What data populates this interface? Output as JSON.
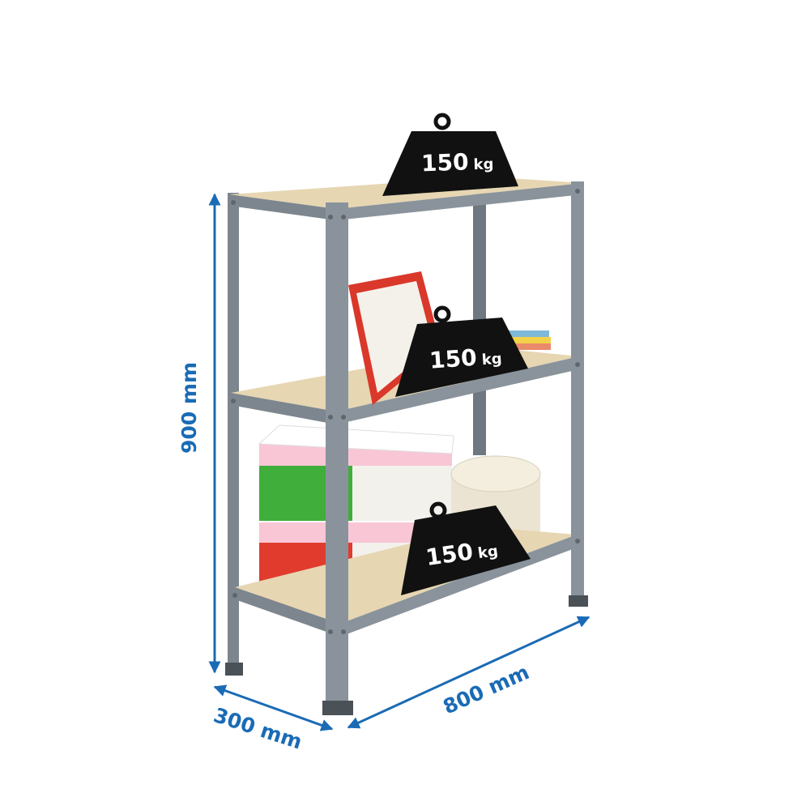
{
  "product": {
    "colors": {
      "frame": "#7d868e",
      "frame_dark": "#5f676e",
      "shelf": "#e6d6b2",
      "dimension": "#1a6bb5",
      "weight": "#111111"
    },
    "weights": [
      {
        "value": "150",
        "unit": "kg"
      },
      {
        "value": "150",
        "unit": "kg"
      },
      {
        "value": "150",
        "unit": "kg"
      }
    ],
    "dimensions": {
      "height": "900 mm",
      "width": "800 mm",
      "depth": "300 mm"
    }
  }
}
